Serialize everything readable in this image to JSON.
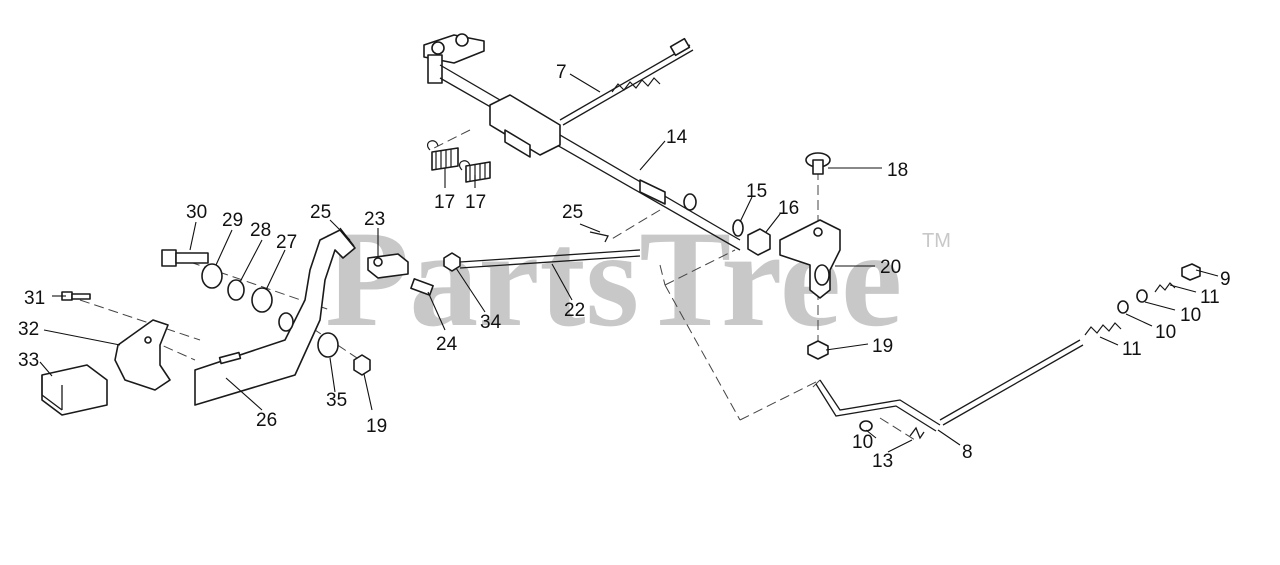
{
  "watermark": {
    "text": "PartsTree",
    "trademark": "TM"
  },
  "callouts": [
    "7",
    "14",
    "17",
    "17",
    "18",
    "15",
    "16",
    "20",
    "9",
    "11",
    "10",
    "10",
    "11",
    "19",
    "8",
    "10",
    "13",
    "30",
    "29",
    "28",
    "27",
    "25",
    "23",
    "25",
    "22",
    "24",
    "34",
    "31",
    "32",
    "33",
    "26",
    "35",
    "19"
  ]
}
